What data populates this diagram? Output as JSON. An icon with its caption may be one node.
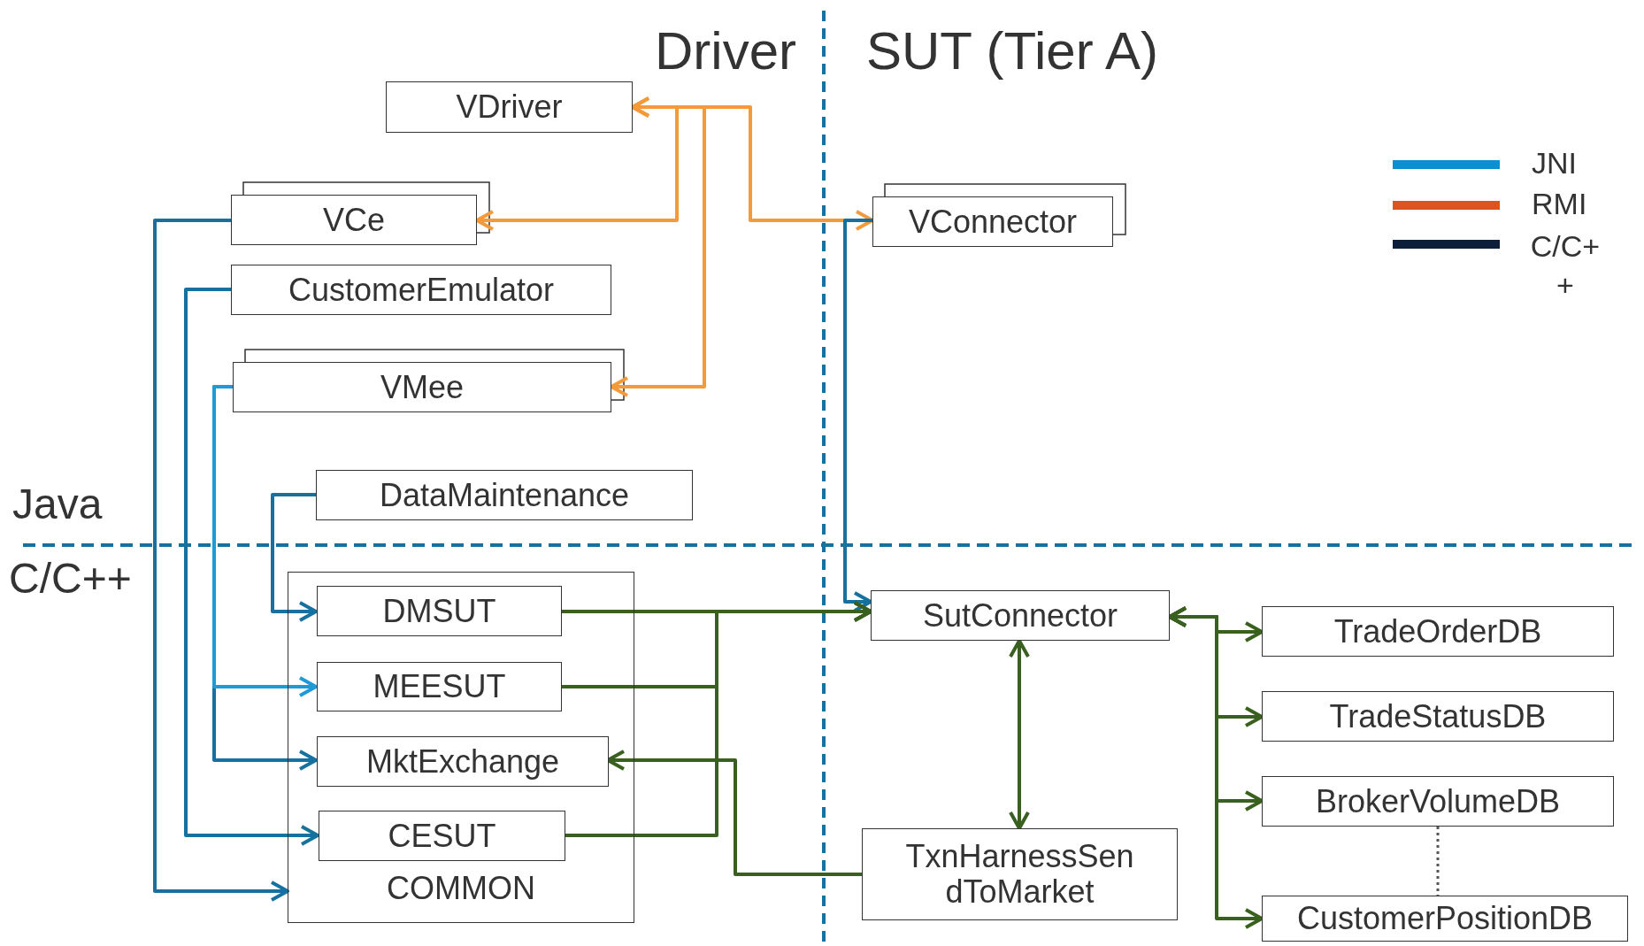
{
  "diagram": {
    "nodes": [
      {
        "text": [
          "VDriver"
        ]
      },
      {
        "text": [
          "VCe"
        ]
      },
      {
        "text": [
          "CustomerEmulator"
        ]
      },
      {
        "text": [
          "VMee"
        ]
      },
      {
        "text": [
          "DataMaintenance"
        ]
      },
      {
        "text": [
          "COMMON"
        ]
      },
      {
        "text": [
          "DMSUT"
        ],
        "in": 5
      },
      {
        "text": [
          "MEESUT"
        ],
        "in": 5
      },
      {
        "text": [
          "MktExchange"
        ],
        "in": 5
      },
      {
        "text": [
          "CESUT"
        ],
        "in": 5
      },
      {
        "text": [
          "VConnector"
        ]
      },
      {
        "text": [
          "SutConnector"
        ]
      },
      {
        "text": [
          "TxnHarnessSendToMarket"
        ]
      },
      {
        "text": [
          "TradeOrderDB"
        ]
      },
      {
        "text": [
          "TradeStatusDB"
        ]
      },
      {
        "text": [
          "BrokerVolumeDB"
        ]
      },
      {
        "text": [
          "CustomerPositionDB"
        ]
      }
    ],
    "edges": [
      {
        "from": 0,
        "to": 1,
        "arrow": "both",
        "color": "#f59a3a"
      },
      {
        "from": 0,
        "to": 3,
        "arrow": "both",
        "color": "#f59a3a"
      },
      {
        "from": 0,
        "to": 10,
        "arrow": "both",
        "color": "#f59a3a"
      },
      {
        "from": 1,
        "to": 5,
        "arrow": "to",
        "color": "#17719f"
      },
      {
        "from": 2,
        "to": 9,
        "arrow": "to",
        "color": "#17719f"
      },
      {
        "from": 3,
        "to": 8,
        "arrow": "to",
        "color": "#17719f"
      },
      {
        "from": 3,
        "to": 7,
        "arrow": "to",
        "color": "#1e9bd7"
      },
      {
        "from": 4,
        "to": 6,
        "arrow": "to",
        "color": "#17719f"
      },
      {
        "from": 10,
        "to": 11,
        "arrow": "to",
        "color": "#17719f"
      },
      {
        "from": 6,
        "to": 11,
        "arrow": "to"
      },
      {
        "from": 7,
        "to": 11,
        "arrow": "to"
      },
      {
        "from": 9,
        "to": 11,
        "arrow": "to"
      },
      {
        "from": 12,
        "to": 8,
        "arrow": "to"
      },
      {
        "from": 11,
        "to": 12,
        "arrow": "both"
      },
      {
        "from": 11,
        "to": 13,
        "arrow": "both"
      },
      {
        "from": 11,
        "to": 14,
        "arrow": "both"
      },
      {
        "from": 11,
        "to": 15,
        "arrow": "both"
      },
      {
        "from": 11,
        "to": 16,
        "arrow": "both"
      },
      {
        "from": 15,
        "to": 16,
        "arrow": "none",
        "style": "dashed",
        "color": "#555555"
      }
    ],
    "labels": [
      "Driver",
      "SUT (Tier A)",
      "Java",
      "C/C++"
    ],
    "legend": [
      {
        "text": "JNI",
        "color": "#0a8fcf"
      },
      {
        "text": "RMI",
        "color": "#dc5520"
      },
      {
        "text": "C/C++",
        "color": "#0c1e3a"
      }
    ]
  }
}
